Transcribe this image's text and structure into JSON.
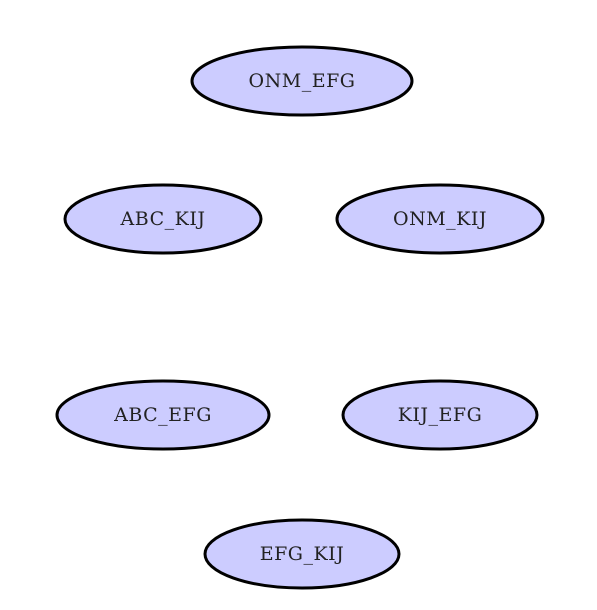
{
  "diagram": {
    "colors": {
      "node_fill": "#ccccff",
      "node_stroke": "#000000",
      "label_text": "#222222",
      "background": "#ffffff"
    },
    "nodes": [
      {
        "id": "onm-efg",
        "label": "ONM_EFG"
      },
      {
        "id": "abc-kij",
        "label": "ABC_KIJ"
      },
      {
        "id": "onm-kij",
        "label": "ONM_KIJ"
      },
      {
        "id": "abc-efg",
        "label": "ABC_EFG"
      },
      {
        "id": "kij-efg",
        "label": "KIJ_EFG"
      },
      {
        "id": "efg-kij",
        "label": "EFG_KIJ"
      }
    ]
  }
}
